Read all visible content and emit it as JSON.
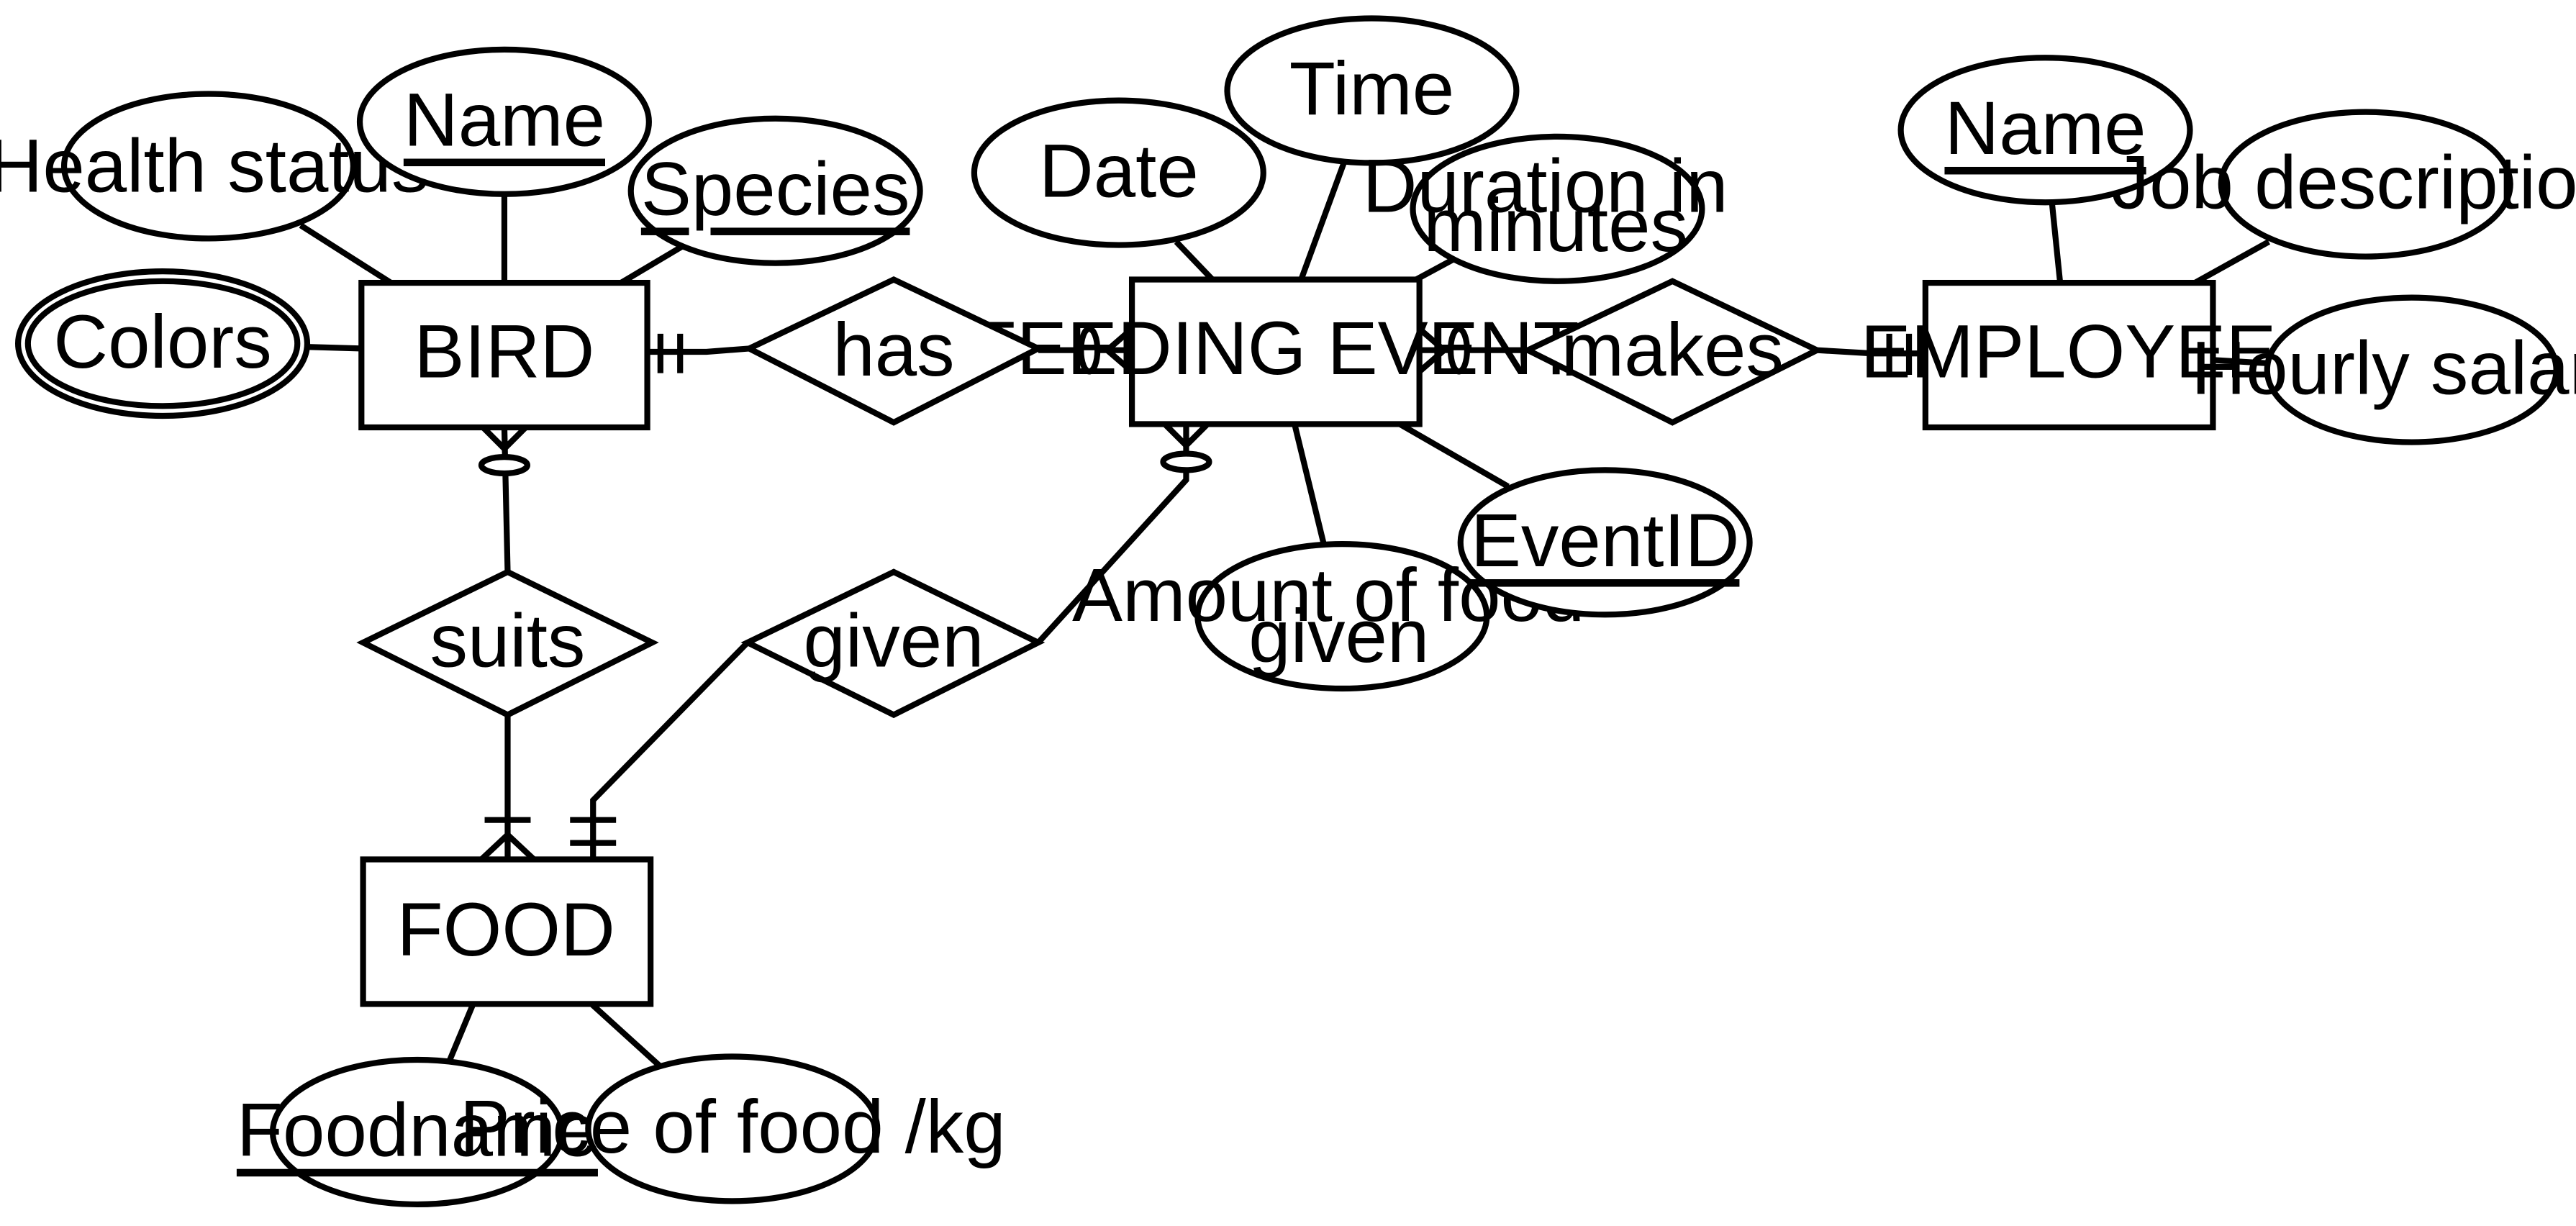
{
  "entities": {
    "bird": "BIRD",
    "feeding_event": "FEEDING EVENT",
    "employee": "EMPLOYEE",
    "food": "FOOD"
  },
  "relationships": {
    "has": "has",
    "makes": "makes",
    "suits": "suits",
    "given": "given"
  },
  "attributes": {
    "bird_health_status": "Health status",
    "bird_name": "Name",
    "bird_species": "Species",
    "bird_colors": "Colors",
    "event_date": "Date",
    "event_time": "Time",
    "event_duration": [
      "Duration in",
      "minutes"
    ],
    "event_amount": [
      "Amount of food",
      "given"
    ],
    "event_id": "EventID",
    "employee_name": "Name",
    "employee_job": "Job description",
    "employee_salary": "Hourly salary",
    "food_name": "Foodname",
    "food_price": "Price of food /kg"
  }
}
